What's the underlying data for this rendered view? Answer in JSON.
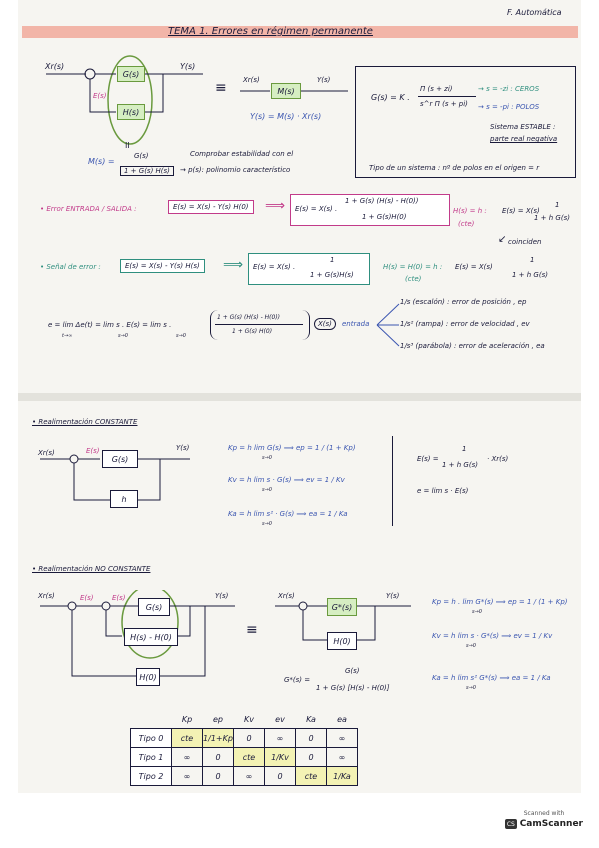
{
  "header": {
    "author": "F. Automática",
    "title": "TEMA 1. Errores en régimen permanente"
  },
  "block1": {
    "xr": "Xr(s)",
    "e": "E(s)",
    "g": "G(s)",
    "y": "Y(s)",
    "h": "H(s)",
    "equiv": "≡",
    "xr2": "Xr(s)",
    "m": "M(s)",
    "y2": "Y(s)",
    "y_eq": "Y(s) = M(s) · Xr(s)",
    "m_def_lhs": "M(s) =",
    "m_num": "G(s)",
    "m_den": "1 + G(s) H(s)",
    "note1": "Comprobar estabilidad con el",
    "note2": "→ p(s): polinomio característico"
  },
  "gbox": {
    "lhs": "G(s) = K .",
    "num": "Π (s + zi)",
    "den": "s^r Π (s + pi)",
    "ceros": "→ s = -zi : CEROS",
    "polos": "→ s = -pi : POLOS",
    "est1": "Sistema ESTABLE :",
    "est2": "parte real negativa",
    "tipo": "Tipo de un sistema : nº de polos en el origen = r"
  },
  "error_es": {
    "label": "• Error ENTRADA / SALIDA :",
    "def": "E(s) = X(s) - Y(s) H(0)",
    "result_lhs": "E(s) = X(s) .",
    "result_num": "1 + G(s) (H(s) - H(0))",
    "result_den": "1 + G(s)H(0)",
    "hcond": "H(s) = h :",
    "hcte": "(cte)",
    "hres_lhs": "E(s) = X(s)",
    "hres_num": "1",
    "hres_den": "1 + h G(s)",
    "coinciden": "coinciden"
  },
  "senal": {
    "label": "• Señal de error :",
    "def": "E(s) = X(s) - Y(s) H(s)",
    "result_lhs": "E(s) = X(s) .",
    "result_num": "1",
    "result_den": "1 + G(s)H(s)",
    "hcond": "H(s) = H(0) = h :",
    "hcte": "(cte)",
    "hres_lhs": "E(s) = X(s)",
    "hres_num": "1",
    "hres_den": "1 + h G(s)"
  },
  "limit": {
    "e_lhs": "e = lim Δe(t) = lim s . E(s) = lim s .",
    "sub1": "t→∞",
    "sub2": "s→0",
    "sub3": "s→0",
    "num": "1 + G(s) (H(s) - H(0))",
    "den": "1 + G(s) H(0)",
    "xs": "X(s)",
    "entrada": "entrada",
    "esc": "1/s (escalón) : error de posición , ep",
    "ramp": "1/s² (rampa) : error de velocidad , ev",
    "parab": "1/s³ (parábola) : error de aceleración , ea"
  },
  "const": {
    "heading": "• Realimentación CONSTANTE",
    "xr": "Xr(s)",
    "e": "E(s)",
    "g": "G(s)",
    "y": "Y(s)",
    "h": "h",
    "kp": "Kp = h lim G(s) ⟹ ep = 1 / (1 + Kp)",
    "kv": "Kv = h lim s · G(s) ⟹ ev = 1 / Kv",
    "ka": "Ka = h lim s² · G(s) ⟹ ea = 1 / Ka",
    "lim_sub": "s→0",
    "es_lhs": "E(s) =",
    "es_num": "1",
    "es_den": "1 + h G(s)",
    "es_rhs": "· Xr(s)",
    "e_lim": "e = lim s · E(s)"
  },
  "noconst": {
    "heading": "• Realimentación NO CONSTANTE",
    "xr": "Xr(s)",
    "e1": "E(s)",
    "e2": "E(s)",
    "g": "G(s)",
    "y": "Y(s)",
    "hdiff": "H(s) - H(0)",
    "h0": "H(0)",
    "equiv": "≡",
    "xr2": "Xr(s)",
    "gstar": "G*(s)",
    "y2": "Y(s)",
    "h02": "H(0)",
    "gstar_lhs": "G*(s) =",
    "gstar_num": "G(s)",
    "gstar_den": "1 + G(s) [H(s) - H(0)]",
    "kp": "Kp = h . lim G*(s) ⟹ ep = 1 / (1 + Kp)",
    "kv": "Kv = h lim s · G*(s) ⟹ ev = 1 / Kv",
    "ka": "Ka = h lim s² G*(s) ⟹ ea = 1 / Ka",
    "lim_sub": "s→0"
  },
  "table": {
    "headers": [
      "Kp",
      "ep",
      "Kv",
      "ev",
      "Ka",
      "ea"
    ],
    "rows": [
      {
        "label": "Tipo 0",
        "cells": [
          "cte",
          "1/1+Kp",
          "0",
          "∞",
          "0",
          "∞"
        ]
      },
      {
        "label": "Tipo 1",
        "cells": [
          "∞",
          "0",
          "cte",
          "1/Kv",
          "0",
          "∞"
        ]
      },
      {
        "label": "Tipo 2",
        "cells": [
          "∞",
          "0",
          "∞",
          "0",
          "cte",
          "1/Ka"
        ]
      }
    ]
  },
  "footer": {
    "scanned": "Scanned with",
    "brand": "CamScanner"
  }
}
